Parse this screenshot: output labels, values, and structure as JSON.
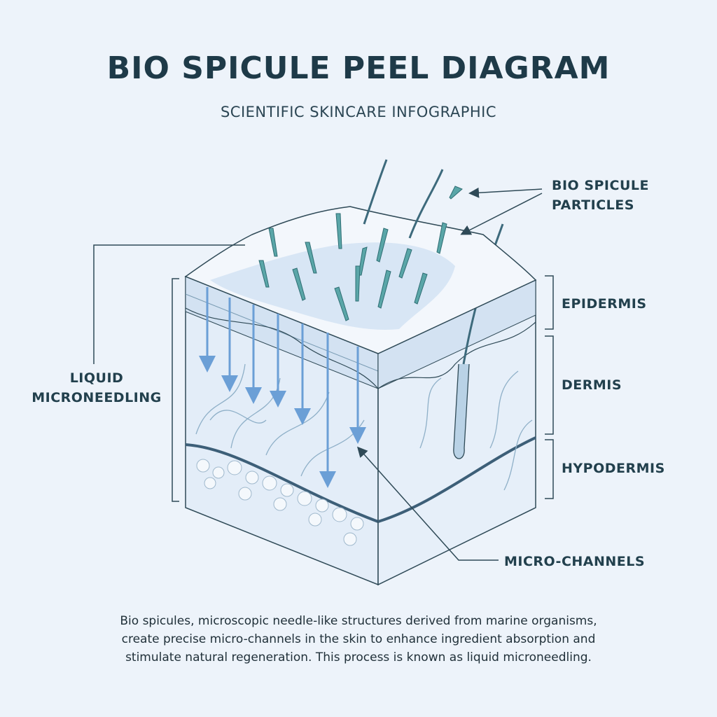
{
  "title": "BIO SPICULE PEEL DIAGRAM",
  "subtitle": "SCIENTIFIC SKINCARE INFOGRAPHIC",
  "labels": {
    "particles_line1": "BIO SPICULE",
    "particles_line2": "PARTICLES",
    "liquid_line1": "LIQUID",
    "liquid_line2": "MICRONEEDLING",
    "epidermis": "EPIDERMIS",
    "dermis": "DERMIS",
    "hypodermis": "HYPODERMIS",
    "micro_channels": "MICRO-CHANNELS"
  },
  "caption": {
    "line1": "Bio spicules, microscopic needle-like structures derived from marine organisms,",
    "line2": "create precise micro-channels in the skin to enhance ingredient absorption and",
    "line3": "stimulate natural regeneration. This process is known as liquid microneedling."
  },
  "colors": {
    "background": "#edf3fa",
    "line": "#2f4a57",
    "spicule": "#5aa6a8",
    "arrow": "#6b9fd6",
    "skin": "#dfeaf6"
  }
}
